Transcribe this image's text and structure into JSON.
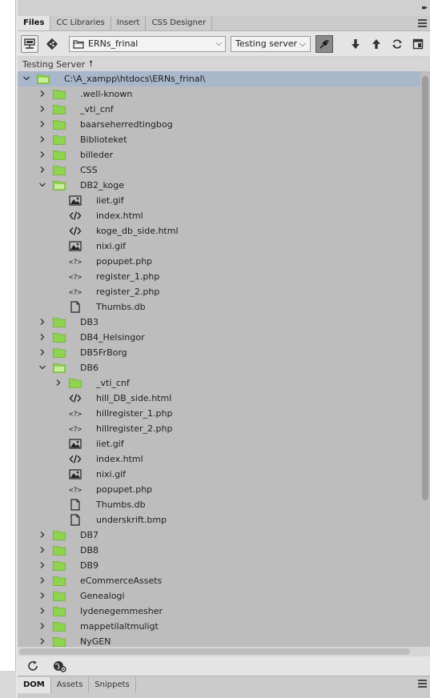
{
  "tabs": [
    {
      "label": "Files",
      "active": true
    },
    {
      "label": "CC Libraries",
      "active": false
    },
    {
      "label": "Insert",
      "active": false
    },
    {
      "label": "CSS Designer",
      "active": false
    }
  ],
  "toolbar": {
    "site_select": "ERNs_frinal",
    "server_select": "Testing server"
  },
  "pathbar": {
    "label": "Testing Server"
  },
  "tree": [
    {
      "label": "C:\\A_xampp\\htdocs\\ERNs_frinal\\",
      "depth": 0,
      "type": "root",
      "expanded": true
    },
    {
      "label": ".well-known",
      "depth": 1,
      "type": "folder",
      "expanded": false
    },
    {
      "label": "_vti_cnf",
      "depth": 1,
      "type": "folder",
      "expanded": false
    },
    {
      "label": "baarseherredtingbog",
      "depth": 1,
      "type": "folder",
      "expanded": false
    },
    {
      "label": "Biblioteket",
      "depth": 1,
      "type": "folder",
      "expanded": false
    },
    {
      "label": "billeder",
      "depth": 1,
      "type": "folder",
      "expanded": false
    },
    {
      "label": "CSS",
      "depth": 1,
      "type": "folder",
      "expanded": false
    },
    {
      "label": "DB2_koge",
      "depth": 1,
      "type": "folder",
      "expanded": true
    },
    {
      "label": "iiet.gif",
      "depth": 2,
      "type": "image"
    },
    {
      "label": "index.html",
      "depth": 2,
      "type": "html"
    },
    {
      "label": "koge_db_side.html",
      "depth": 2,
      "type": "html"
    },
    {
      "label": "nixi.gif",
      "depth": 2,
      "type": "image"
    },
    {
      "label": "popupet.php",
      "depth": 2,
      "type": "php"
    },
    {
      "label": "register_1.php",
      "depth": 2,
      "type": "php"
    },
    {
      "label": "register_2.php",
      "depth": 2,
      "type": "php"
    },
    {
      "label": "Thumbs.db",
      "depth": 2,
      "type": "file"
    },
    {
      "label": "DB3",
      "depth": 1,
      "type": "folder",
      "expanded": false
    },
    {
      "label": "DB4_Helsingor",
      "depth": 1,
      "type": "folder",
      "expanded": false
    },
    {
      "label": "DB5FrBorg",
      "depth": 1,
      "type": "folder",
      "expanded": false
    },
    {
      "label": "DB6",
      "depth": 1,
      "type": "folder",
      "expanded": true
    },
    {
      "label": "_vti_cnf",
      "depth": 2,
      "type": "folder",
      "expanded": false
    },
    {
      "label": "hill_DB_side.html",
      "depth": 2,
      "type": "html"
    },
    {
      "label": "hillregister_1.php",
      "depth": 2,
      "type": "php"
    },
    {
      "label": "hillregister_2.php",
      "depth": 2,
      "type": "php"
    },
    {
      "label": "iiet.gif",
      "depth": 2,
      "type": "image"
    },
    {
      "label": "index.html",
      "depth": 2,
      "type": "html"
    },
    {
      "label": "nixi.gif",
      "depth": 2,
      "type": "image"
    },
    {
      "label": "popupet.php",
      "depth": 2,
      "type": "php"
    },
    {
      "label": "Thumbs.db",
      "depth": 2,
      "type": "file"
    },
    {
      "label": "underskrift.bmp",
      "depth": 2,
      "type": "file"
    },
    {
      "label": "DB7",
      "depth": 1,
      "type": "folder",
      "expanded": false
    },
    {
      "label": "DB8",
      "depth": 1,
      "type": "folder",
      "expanded": false
    },
    {
      "label": "DB9",
      "depth": 1,
      "type": "folder",
      "expanded": false
    },
    {
      "label": "eCommerceAssets",
      "depth": 1,
      "type": "folder",
      "expanded": false
    },
    {
      "label": "Genealogi",
      "depth": 1,
      "type": "folder",
      "expanded": false
    },
    {
      "label": "lydenegemmesher",
      "depth": 1,
      "type": "folder",
      "expanded": false
    },
    {
      "label": "mappetilaltmuligt",
      "depth": 1,
      "type": "folder",
      "expanded": false
    },
    {
      "label": "NyGEN",
      "depth": 1,
      "type": "folder",
      "expanded": false
    }
  ],
  "bottom_tabs": [
    {
      "label": "DOM",
      "active": true
    },
    {
      "label": "Assets",
      "active": false
    },
    {
      "label": "Snippets",
      "active": false
    }
  ],
  "colors": {
    "folder_green": "#8fd44e",
    "root_highlight": "#a9b7ca",
    "tree_bg": "#bdbdbd"
  }
}
